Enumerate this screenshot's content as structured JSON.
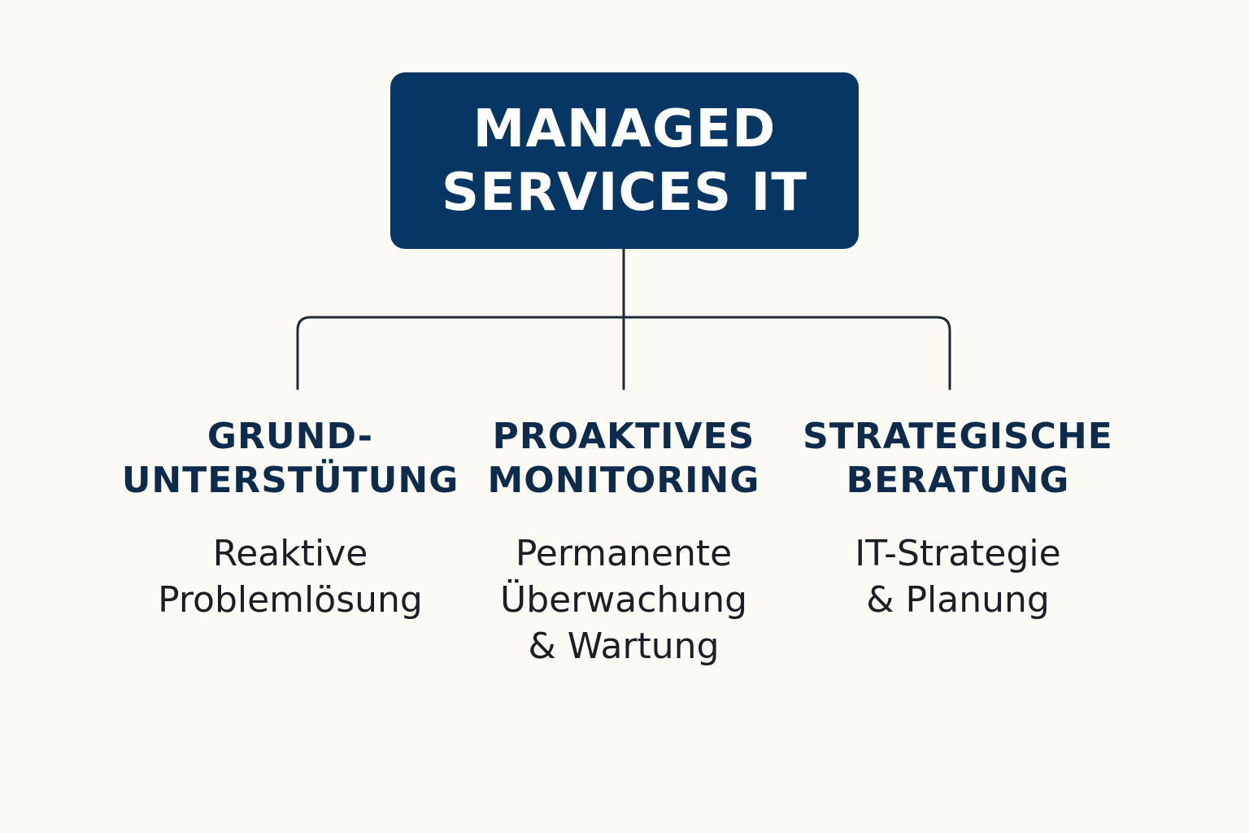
{
  "root": {
    "lines": [
      "MANAGED",
      "SERVICES IT"
    ]
  },
  "branches": [
    {
      "title": [
        "GRUND-",
        "UNTERSTÜTUNG"
      ],
      "description": [
        "Reaktive",
        "Problemlösung"
      ]
    },
    {
      "title": [
        "PROAKTIVES",
        "MONITORING"
      ],
      "description": [
        "Permanente",
        "Überwachung",
        "& Wartung"
      ]
    },
    {
      "title": [
        "STRATEGISCHE",
        "BERATUNG"
      ],
      "description": [
        "IT-Strategie",
        "& Planung"
      ]
    }
  ],
  "colors": {
    "background": "#fbfaf5",
    "root_fill": "#063663",
    "root_text": "#ffffff",
    "title_text": "#0d2b4d",
    "description_text": "#1b1e24",
    "connector": "#1f2a36"
  }
}
